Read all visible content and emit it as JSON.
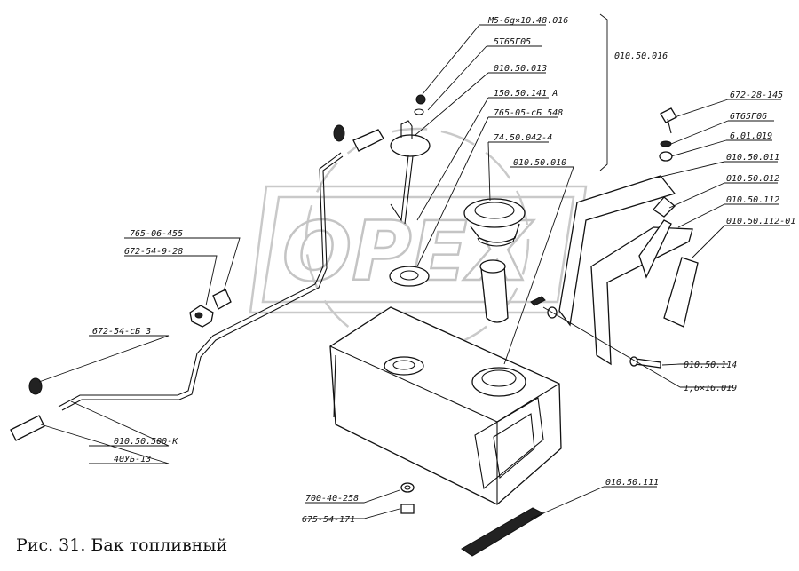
{
  "caption": "Рис. 31. Бак топливный",
  "watermark": "OPEX",
  "labels": {
    "m5": "M5-6g×10.48.016",
    "p5t65g05": "5Т65Г05",
    "p010_50_013": "010.50.013",
    "p150_50_141a": "150.50.141 А",
    "p765_05_sb548": "765-05-сБ 548",
    "p74_50_042_4": "74.50.042-4",
    "p010_50_010": "010.50.010",
    "p010_50_016": "010.50.016",
    "p672_28_145": "672-28-145",
    "p6t65g06": "6Т65Г06",
    "p6_01_019": "6.01.019",
    "p010_50_011": "010.50.011",
    "p010_50_012": "010.50.012",
    "p010_50_112": "010.50.112",
    "p010_50_112_01": "010.50.112-01",
    "p765_06_455": "765-06-455",
    "p672_54_9_28": "672-54-9-28",
    "p672_54_sb3": "672-54-сБ 3",
    "p010_50_500_k": "010.50.500-К",
    "p40ub_13": "40УБ-13",
    "p010_50_114": "010.50.114",
    "p1_6x16_019": "1,6×16.019",
    "p700_40_258": "700-40-258",
    "p675_54_171": "675-54-171",
    "p010_50_111": "010.50.111"
  }
}
